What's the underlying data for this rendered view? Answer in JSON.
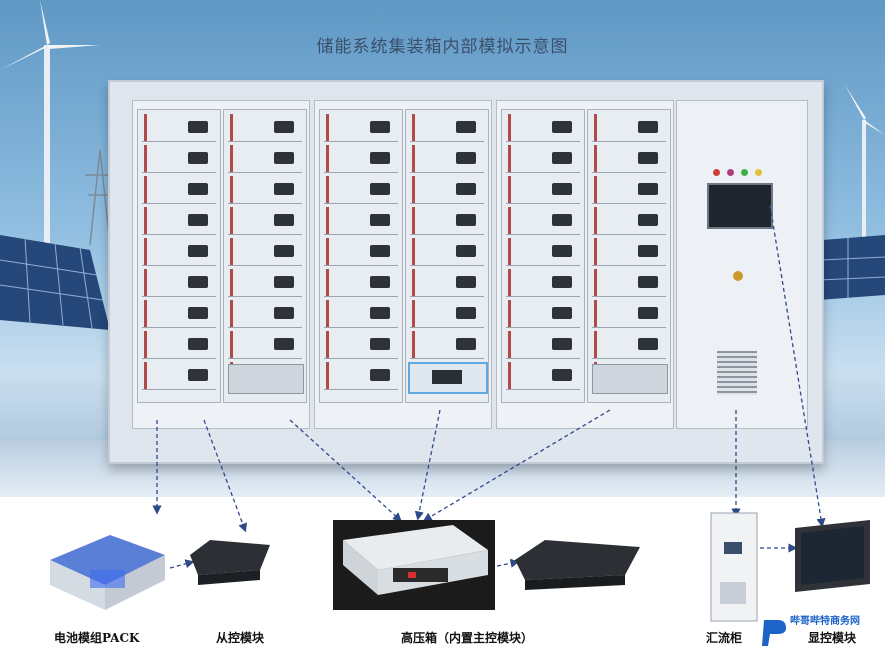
{
  "title": "储能系统集装箱内部模拟示意图",
  "labels": {
    "battery_pack": "电池模组PACK",
    "slave_control": "从控模块",
    "hv_box": "高压箱（内置主控模块）",
    "combiner": "汇流柜",
    "display": "显控模块"
  },
  "watermark": "哔哥哔特商务网",
  "colors": {
    "sky": "#8fbde0",
    "container": "#dfe6ee",
    "arrow": "#2e4a8a",
    "watermark": "#1e64c8"
  }
}
